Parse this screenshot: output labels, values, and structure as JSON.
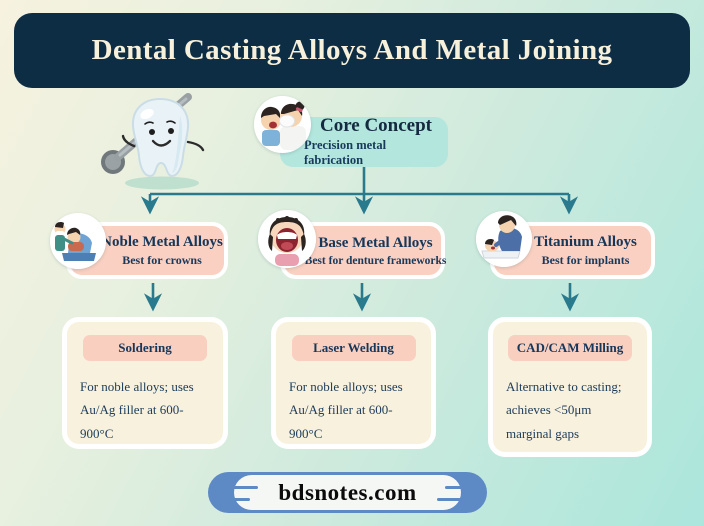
{
  "header": {
    "title": "Dental Casting Alloys And Metal Joining"
  },
  "core": {
    "title": "Core Concept",
    "subtitle": "Precision metal fabrication",
    "icon": "dentist-examining-patient-icon"
  },
  "branches": [
    {
      "title": "Noble Metal Alloys",
      "subtitle": "Best for crowns",
      "icon": "dental-chair-treatment-icon"
    },
    {
      "title": "Base Metal Alloys",
      "subtitle": "Best for denture frameworks",
      "icon": "open-mouth-icon"
    },
    {
      "title": "Titanium Alloys",
      "subtitle": "Best for implants",
      "icon": "implant-procedure-icon"
    }
  ],
  "cards": [
    {
      "title": "Soldering",
      "body": "For noble alloys; uses Au/Ag filler at 600-900°C"
    },
    {
      "title": "Laser Welding",
      "body": "For noble alloys; uses Au/Ag filler at 600-900°C"
    },
    {
      "title": "CAD/CAM Milling",
      "body": "Alternative to casting; achieves <50μm marginal gaps"
    }
  ],
  "footer": {
    "site": "bdsnotes.com"
  },
  "colors": {
    "header_bg": "#0d2d45",
    "header_text": "#f7f0da",
    "core_box": "#b3e6dd",
    "branch_box": "#f9d0c1",
    "card_bg": "#f8f1dd",
    "arrow": "#2a7a8e",
    "text_navy": "#17395c",
    "badge_blue": "#5d89c5",
    "badge_inner": "#f4f7f4"
  }
}
